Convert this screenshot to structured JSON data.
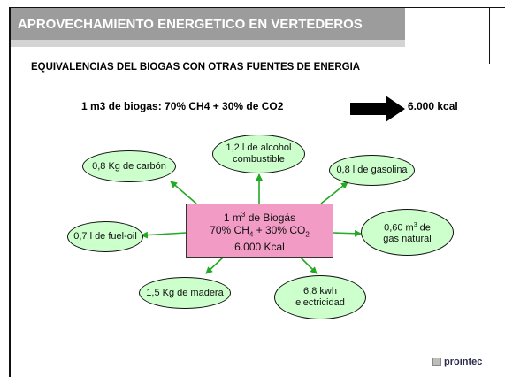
{
  "slide": {
    "title": "APROVECHAMIENTO ENERGETICO EN VERTEDEROS",
    "subtitle": "EQUIVALENCIAS DEL BIOGAS CON OTRAS FUENTES DE ENERGIA",
    "formula": "1 m3 de biogas: 70% CH4 + 30% de CO2",
    "result": "6.000 kcal"
  },
  "center": {
    "line1_a": "1 m",
    "line1_sup": "3",
    "line1_b": " de Biogás",
    "line2_a": "70% CH",
    "line2_sub1": "4",
    "line2_b": " + 30% CO",
    "line2_sub2": "2",
    "line3": "6.000 Kcal"
  },
  "equivalences": [
    {
      "text": "0,8 Kg de carbón"
    },
    {
      "text": "1,2 l de alcohol combustible"
    },
    {
      "text": "0,8 l de gasolina"
    },
    {
      "text": "0,7 l de fuel-oil"
    },
    {
      "text": "1,5 Kg de madera"
    },
    {
      "text": "6,8 kwh electricidad"
    }
  ],
  "gas": {
    "line1_a": "0,60 m",
    "line1_sup": "3",
    "line1_b": " de",
    "line2": "gas natural"
  },
  "logo": {
    "text": "prointec"
  },
  "colors": {
    "title_bar": "#9c9c9c",
    "center_box": "#f29bc4",
    "ellipse_fill": "#ccffcc",
    "arrow": "#22aa22"
  }
}
